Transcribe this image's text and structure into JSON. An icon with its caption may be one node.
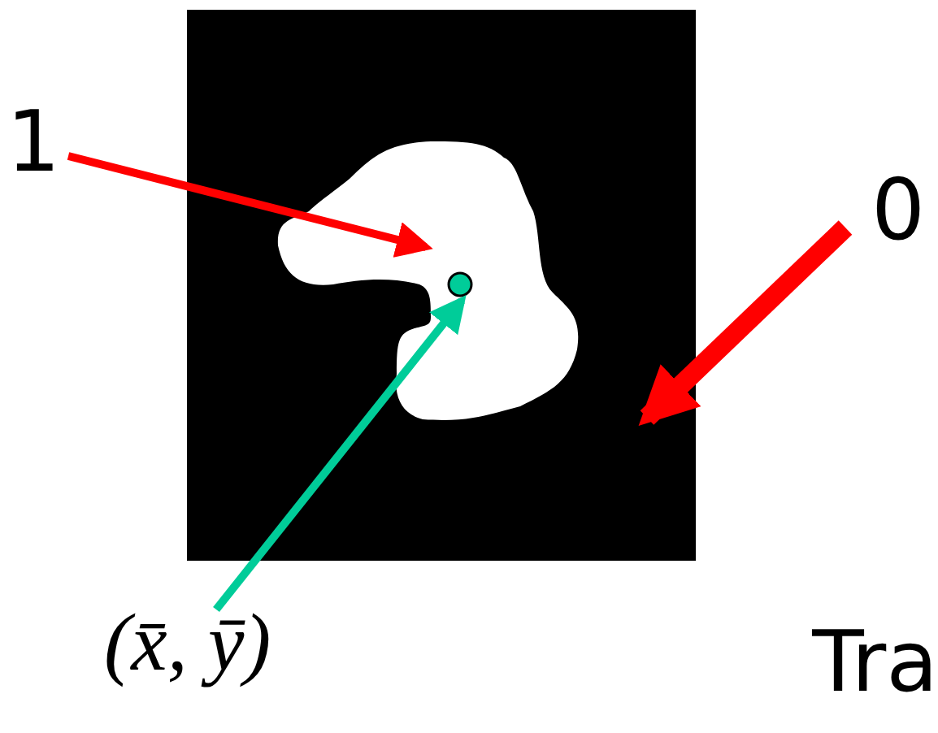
{
  "diagram": {
    "nodes": [
      {
        "text": [
          "1"
        ]
      },
      {
        "text": [],
        "shape": "box"
      },
      {
        "text": [],
        "shape": "blob",
        "in": 1
      },
      {
        "text": [],
        "shape": "circle",
        "in": 2
      },
      {
        "text": [
          "0"
        ]
      },
      {
        "text": [
          "(x̄, ȳ)"
        ]
      }
    ],
    "edges": [
      {
        "from": 0,
        "to": 2,
        "arrow": "to"
      },
      {
        "from": 4,
        "to": 1,
        "arrow": "to",
        "style": "thick"
      },
      {
        "from": 5,
        "to": 3,
        "arrow": "to",
        "color": "#00cc99"
      }
    ],
    "labels": [
      "Tra"
    ]
  }
}
